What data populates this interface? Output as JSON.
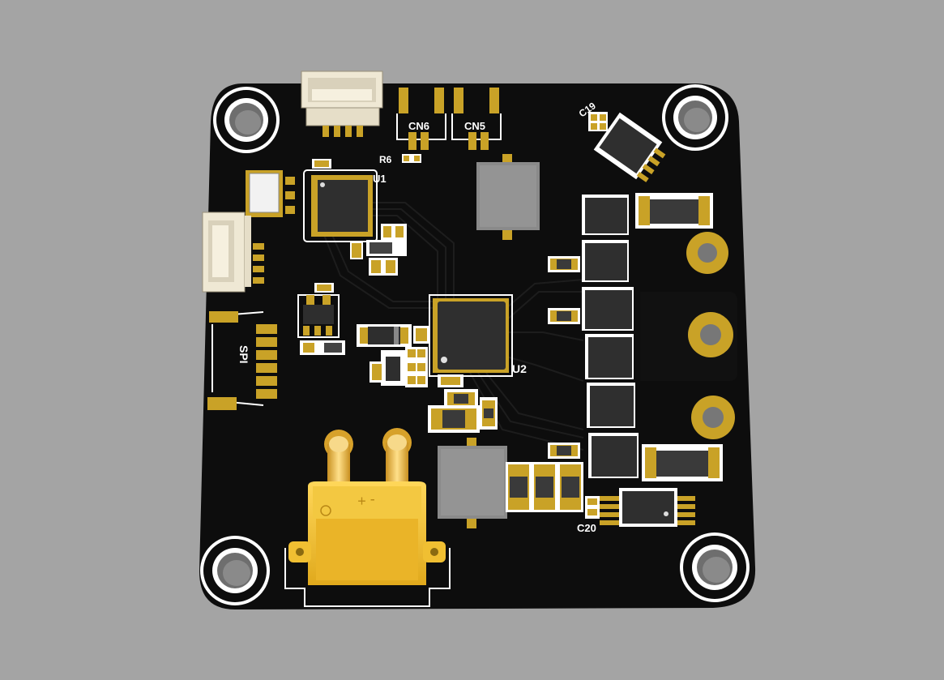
{
  "viewer": {
    "background_color": "#a4a4a4"
  },
  "board": {
    "mask_color": "#0d0d0d",
    "silkscreen_color": "#ffffff",
    "pad_color": "#c9a227",
    "connector_color": "#f2c23a",
    "labels": {
      "cn6": "CN6",
      "cn5": "CN5",
      "r6": "R6",
      "u1": "U1",
      "c19": "C19",
      "spi": "SPI",
      "u2": "U2",
      "c20": "C20"
    },
    "xt60_marking": "- +"
  }
}
